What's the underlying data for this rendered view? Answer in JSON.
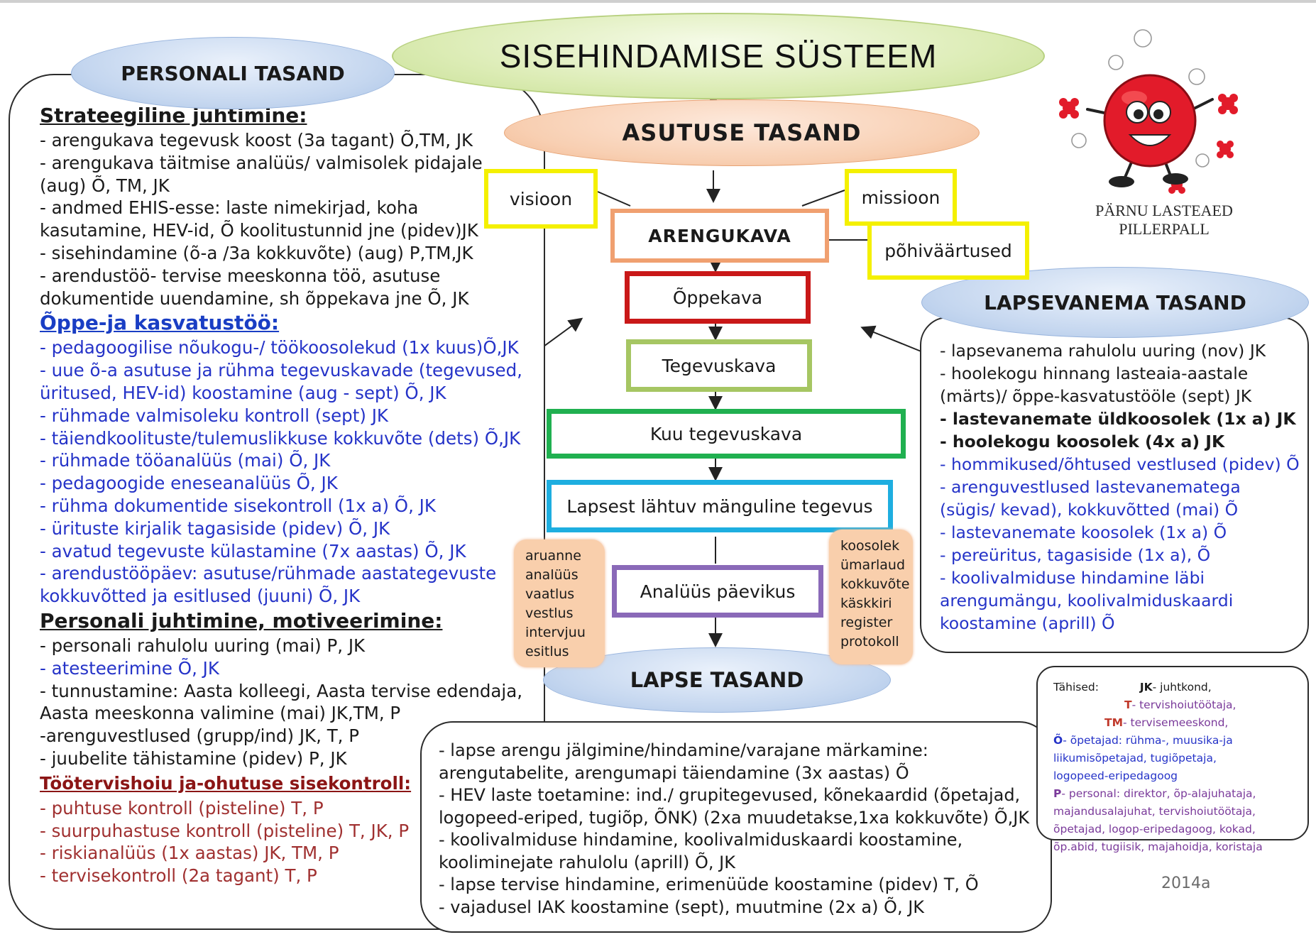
{
  "title": "SISEHINDAMISE SÜSTEEM",
  "levels": {
    "personal": "PERSONALI TASAND",
    "asutus": "ASUTUSE TASAND",
    "lapsevanem": "LAPSEVANEMA TASAND",
    "laps": "LAPSE TASAND"
  },
  "center_boxes": {
    "visioon": "visioon",
    "missioon": "missioon",
    "pohivaartused": "põhiväärtused",
    "arengukava": "ARENGUKAVA",
    "oppekava": "Õppekava",
    "tegevuskava": "Tegevuskava",
    "kuu_tegevuskava": "Kuu tegevuskava",
    "lapsest": "Lapsest lähtuv mänguline tegevus",
    "analuus": "Analüüs päevikus"
  },
  "side_left": [
    "aruanne",
    "analüüs",
    "vaatlus",
    "vestlus",
    "intervjuu",
    "esitlus"
  ],
  "side_right": [
    "koosolek",
    "ümarlaud",
    "kokkuvõte",
    "käskkiri",
    "register",
    "protokoll"
  ],
  "left_panel": {
    "h1": "Strateegiline juhtimine:",
    "s1": [
      "- arengukava tegevusk koost (3a tagant) Õ,TM, JK",
      "- arengukava täitmise analüüs/ valmisolek pidajale",
      "(aug) Õ, TM, JK",
      "- andmed EHIS-esse: laste nimekirjad, koha",
      "kasutamine, HEV-id, Õ koolitustunnid jne (pidev)JK",
      "- sisehindamine (õ-a /3a kokkuvõte) (aug) P,TM,JK",
      "- arendustöö- tervise meeskonna töö, asutuse",
      "dokumentide uuendamine, sh õppekava jne Õ, JK"
    ],
    "h2": "Õppe-ja kasvatustöö:",
    "s2": [
      "- pedagoogilise nõukogu-/ töökoosolekud (1x kuus)Õ,JK",
      " - uue õ-a asutuse ja rühma tegevuskavade (tegevused,",
      "üritused, HEV-id) koostamine  (aug - sept) Õ, JK",
      "- rühmade  valmisoleku kontroll (sept) JK",
      "- täiendkoolituste/tulemuslikkuse kokkuvõte (dets) Õ,JK",
      "- rühmade tööanalüüs (mai) Õ, JK",
      "- pedagoogide eneseanalüüs Õ, JK",
      "- rühma dokumentide sisekontroll (1x a) Õ, JK",
      "- ürituste kirjalik tagasiside (pidev) Õ, JK",
      "- avatud tegevuste külastamine (7x aastas) Õ, JK",
      "- arendustööpäev: asutuse/rühmade aastategevuste",
      "kokkuvõtted ja esitlused (juuni) Õ, JK"
    ],
    "h3": "Personali juhtimine, motiveerimine:",
    "s3": [
      "- personali rahulolu uuring (mai) P, JK",
      "- atesteerimine Õ, JK",
      "- tunnustamine: Aasta kolleegi, Aasta tervise edendaja,",
      "Aasta meeskonna valimine (mai) JK,TM, P",
      "-arenguvestlused (grupp/ind) JK, T, P",
      "- juubelite tähistamine (pidev) P, JK"
    ],
    "h4": "Töötervishoiu ja-ohutuse sisekontroll:",
    "s4": [
      "- puhtuse kontroll (pisteline) T, P",
      "- suurpuhastuse kontroll (pisteline) T, JK, P",
      "- riskianalüüs (1x aastas) JK, TM, P",
      "- tervisekontroll (2a tagant) T, P"
    ]
  },
  "right_panel": [
    "- lapsevanema rahulolu uuring (nov) JK",
    " - hoolekogu hinnang lasteaia-aastale",
    "(märts)/ õppe-kasvatustööle (sept) JK",
    "- lastevanemate üldkoosolek (1x a) JK",
    "- hoolekogu koosolek (4x a) JK",
    "- hommikused/õhtused vestlused (pidev) Õ",
    "- arenguvestlused lastevanematega",
    "(sügis/ kevad), kokkuvõtted (mai) Õ",
    "- lastevanemate koosolek (1x a) Õ",
    "- pereüritus, tagasiside (1x a), Õ",
    "- koolivalmiduse hindamine läbi",
    "arengumängu, koolivalmiduskaardi",
    "koostamine (aprill) Õ"
  ],
  "bottom_panel": [
    "- lapse arengu jälgimine/hindamine/varajane märkamine:",
    "arengutabelite, arengumapi täiendamine (3x aastas) Õ",
    "- HEV laste toetamine: ind./ grupitegevused, kõnekaardid (õpetajad,",
    "logopeed-eriped, tugiõp, ÕNK)  (2xa muudetakse,1xa kokkuvõte) Õ,JK",
    "- koolivalmiduse hindamine, koolivalmiduskaardi koostamine,",
    "kooliminejate rahulolu (aprill) Õ, JK",
    "- lapse tervise hindamine, erimenüüde koostamine (pidev) T, Õ",
    "- vajadusel IAK koostamine (sept), muutmine (2x a) Õ, JK"
  ],
  "legend": {
    "title": "Tähised:",
    "jk": "JK",
    "jk_text": "- juhtkond,",
    "t": "T",
    "t_text": "- tervishoiutöötaja,",
    "tm": "TM",
    "tm_text": "- tervisemeeskond,",
    "o": "Õ",
    "o_text": "- õpetajad: rühma-, muusika-ja",
    "o_lines": [
      "liikumisõpetajad, tugiõpetaja,",
      "logopeed-eripedagoog"
    ],
    "p": "P",
    "p_text": "- personal: direktor, õp-alajuhataja,",
    "p_lines": [
      "majandusalajuhat, tervishoiutöötaja,",
      "õpetajad, logop-eripedagoog, kokad,",
      "õp.abid, tugiisik, majahoidja, koristaja"
    ]
  },
  "logo": {
    "line1": "PÄRNU LASTEAED",
    "line2": "PILLERPALL"
  },
  "year": "2014a",
  "colors": {
    "blue_text": "#2533c8",
    "red_text": "#a03030",
    "tm_red": "#c0392b",
    "legend_purple": "#7a3a9a"
  }
}
